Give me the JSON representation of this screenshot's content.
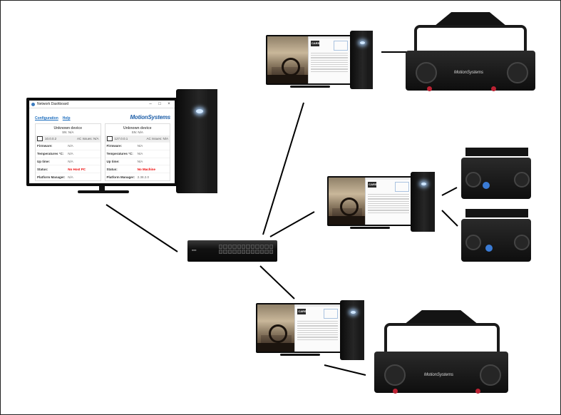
{
  "dashboard": {
    "window_title": "Network Dashboard",
    "menu": {
      "configuration": "Configuration",
      "help": "Help"
    },
    "brand": "MotionSystems",
    "icons": {
      "app": "network-dashboard-icon",
      "pc": "computer-icon"
    },
    "devices": [
      {
        "name": "Unknown device",
        "sn": "SN: N/A",
        "ip": "10.0.0.2",
        "ac_issues": "AC Issues: N/A",
        "rows": [
          {
            "label": "Firmware:",
            "value": "N/A"
          },
          {
            "label": "Temperatures °C:",
            "value": "N/A"
          },
          {
            "label": "Up time:",
            "value": "N/A"
          },
          {
            "label": "Status:",
            "value": "No Host PC"
          },
          {
            "label": "Platform Manager:",
            "value": "N/A"
          }
        ]
      },
      {
        "name": "Unknown device",
        "sn": "SN: N/A",
        "ip": "127.0.0.1",
        "ac_issues": "AC Issues: N/A",
        "rows": [
          {
            "label": "Firmware:",
            "value": "N/A"
          },
          {
            "label": "Temperatures °C:",
            "value": "N/A"
          },
          {
            "label": "Up time:",
            "value": "N/A"
          },
          {
            "label": "Status:",
            "value": "No Machine"
          },
          {
            "label": "Platform Manager:",
            "value": "2.38.2.0"
          }
        ]
      }
    ]
  },
  "sim_screens": {
    "app_logo": "CARS"
  },
  "platforms": {
    "brand": "MotionSystems"
  },
  "colors": {
    "link": "#1f6fbf",
    "brand": "#1d5ea8",
    "status_error": "#e00000",
    "hardware": "#111111"
  }
}
